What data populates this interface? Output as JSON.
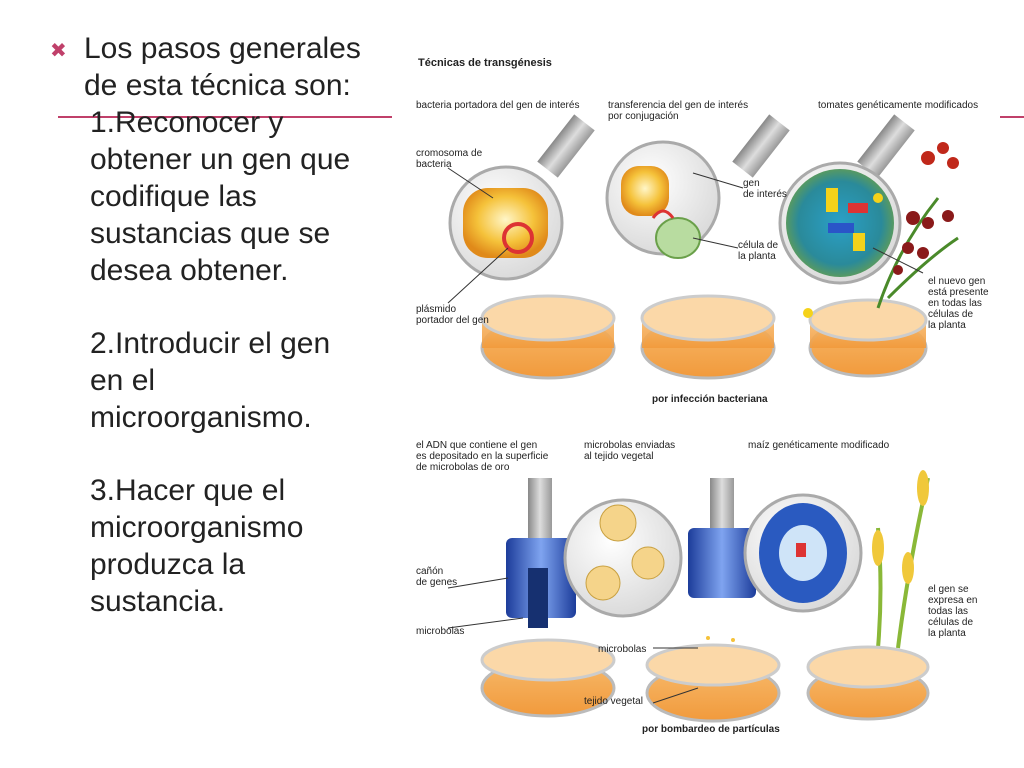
{
  "slide": {
    "heading": "Los pasos generales de esta técnica son:",
    "steps": [
      "1.Reconocer y obtener un gen que codifique las sustancias que se desea obtener.",
      "2.Introducir el gen en el microorganismo.",
      "3.Hacer que el microorganismo produzca la sustancia."
    ],
    "bullet_icon": "x-mark-icon",
    "accent_color": "#c0406a"
  },
  "figure": {
    "title": "Técnicas de transgénesis",
    "top": {
      "label_bacteria": "bacteria portadora del gen de interés",
      "label_transfer": "transferencia del gen de interés\npor conjugación",
      "label_tomatoes": "tomates genéticamente modificados",
      "label_chromosome": "cromosoma de\nbacteria",
      "label_gene": "gen\nde interés",
      "label_plant_cell": "célula de\nla planta",
      "label_plasmid": "plásmido\nportador del gen",
      "label_new_gene": "el nuevo gen\nestá presente\nen todas las\ncélulas de\nla planta",
      "caption": "por infección bacteriana"
    },
    "bottom": {
      "label_dna": "el ADN que contiene el gen\nes depositado en la superficie\nde microbolas de oro",
      "label_microballs_sent": "microbolas enviadas\nal tejido vegetal",
      "label_maize": "maíz genéticamente modificado",
      "label_gene_gun": "cañón\nde genes",
      "label_microballs": "microbolas",
      "label_microballs_2": "microbolas",
      "label_tissue": "tejido vegetal",
      "label_expressed": "el gen se\nexpresa en\ntodas las\ncélulas de\nla planta",
      "caption": "por bombardeo de  partículas"
    }
  }
}
